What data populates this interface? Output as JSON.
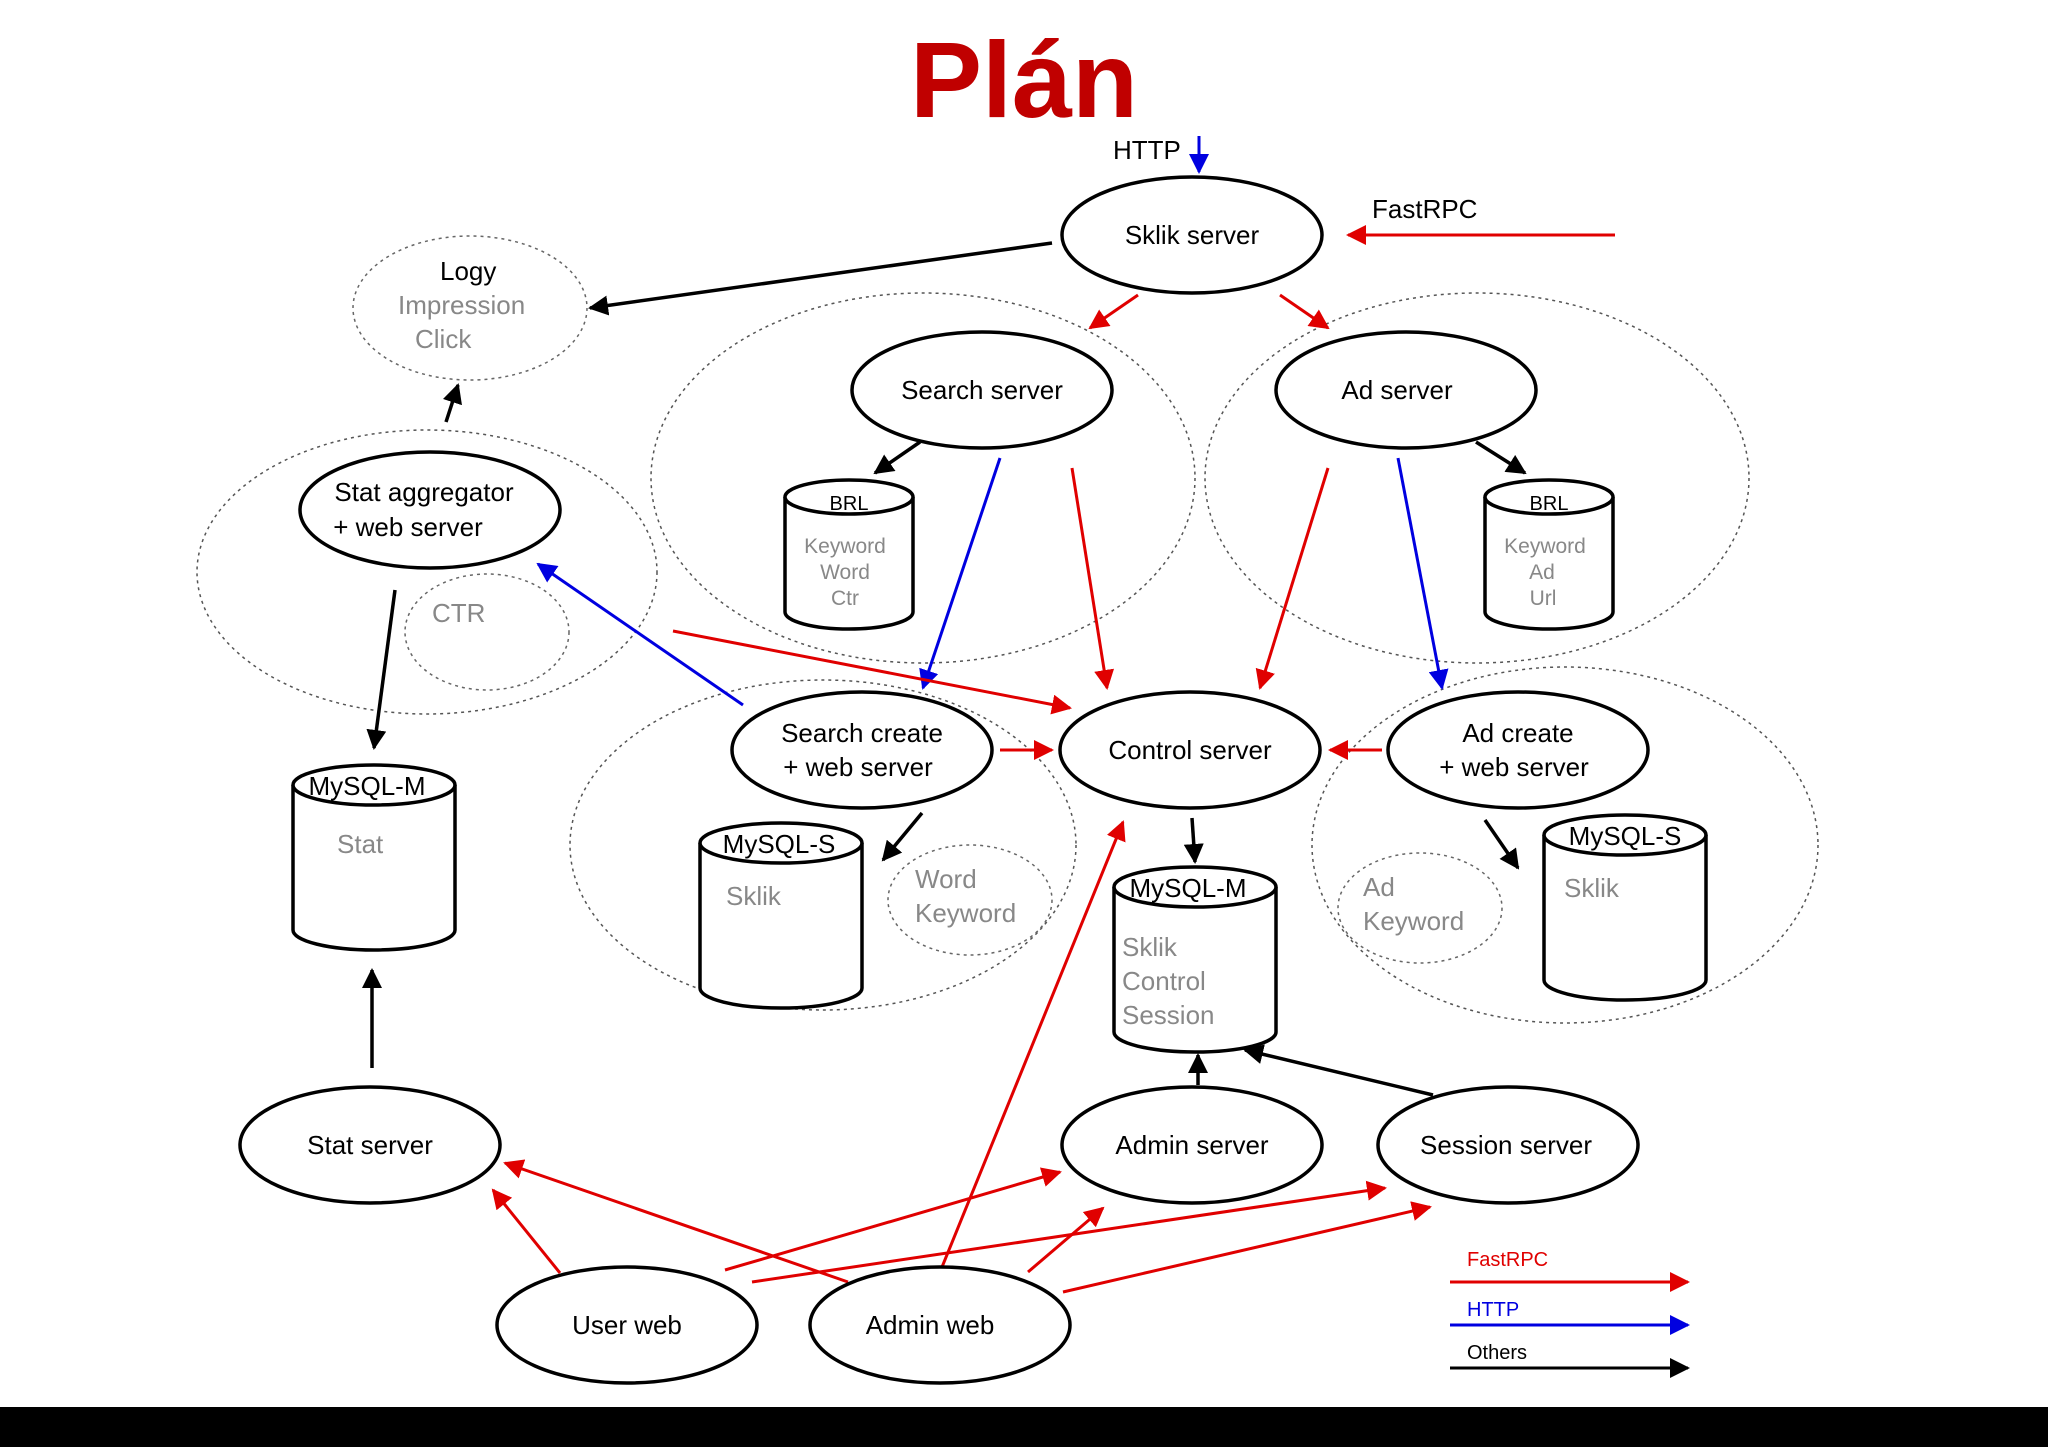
{
  "title": "Plán",
  "labels": {
    "http_in": "HTTP",
    "fastrpc_in": "FastRPC"
  },
  "nodes": {
    "sklik": "Sklik server",
    "search": "Search server",
    "ad": "Ad server",
    "stat_agg": [
      "Stat aggregator",
      "+ web server"
    ],
    "search_create": [
      "Search create",
      "+ web server"
    ],
    "control": "Control server",
    "ad_create": [
      "Ad create",
      "+ web server"
    ],
    "stat_server": "Stat server",
    "admin_server": "Admin server",
    "session_server": "Session server",
    "user_web": "User web",
    "admin_web": "Admin web"
  },
  "logs": {
    "title": "Logy",
    "items": [
      "Impression",
      "Click"
    ]
  },
  "ctr": "CTR",
  "word_keyword": [
    "Word",
    "Keyword"
  ],
  "ad_keyword": [
    "Ad",
    "Keyword"
  ],
  "databases": {
    "brl_search": {
      "name": "BRL",
      "items": [
        "Keyword",
        "Word",
        "Ctr"
      ]
    },
    "brl_ad": {
      "name": "BRL",
      "items": [
        "Keyword",
        "Ad",
        "Url"
      ]
    },
    "mysql_stat": {
      "name": "MySQL-M",
      "items": [
        "Stat"
      ]
    },
    "mysql_search": {
      "name": "MySQL-S",
      "items": [
        "Sklik"
      ]
    },
    "mysql_control": {
      "name": "MySQL-M",
      "items": [
        "Sklik",
        "Control",
        "Session"
      ]
    },
    "mysql_ad": {
      "name": "MySQL-S",
      "items": [
        "Sklik"
      ]
    }
  },
  "legend": [
    {
      "label": "FastRPC",
      "color": "#e00000"
    },
    {
      "label": "HTTP",
      "color": "#0000e0"
    },
    {
      "label": "Others",
      "color": "#000000"
    }
  ],
  "colors": {
    "fastrpc": "#e00000",
    "http": "#0000e0",
    "other": "#000000",
    "title": "#c00000"
  }
}
